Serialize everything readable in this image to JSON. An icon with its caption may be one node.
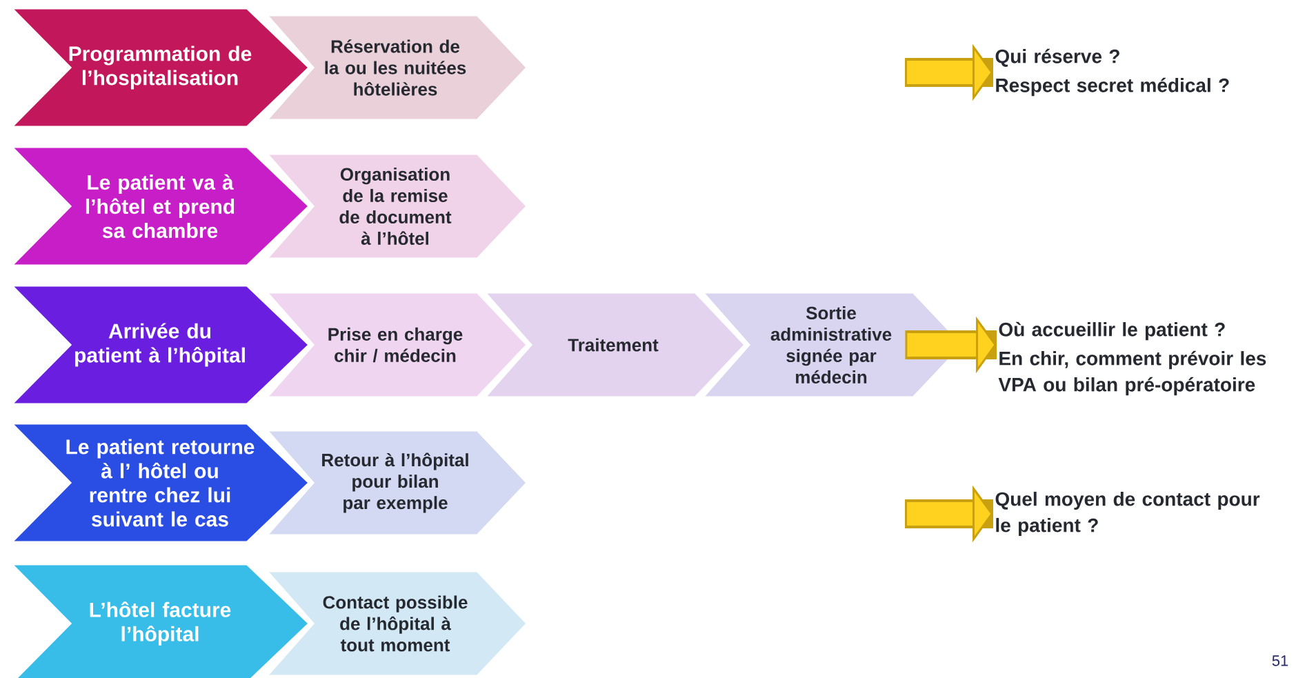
{
  "diagram": {
    "nodes": [
      {
        "text": [
          "Programmation de l’hospitalisation"
        ]
      },
      {
        "text": [
          "Réservation de la ou les nuitées hôtelières"
        ]
      },
      {
        "text": [
          "Qui réserve ?",
          "Respect secret médical ?"
        ]
      },
      {
        "text": [
          "Le patient va à l’hôtel et prend sa chambre"
        ]
      },
      {
        "text": [
          "Organisation de la remise de document à l’hôtel"
        ]
      },
      {
        "text": [
          "Arrivée du patient à l’hôpital"
        ]
      },
      {
        "text": [
          "Prise en charge chir / médecin"
        ]
      },
      {
        "text": [
          "Traitement"
        ]
      },
      {
        "text": [
          "Sortie administrative signée par médecin"
        ]
      },
      {
        "text": [
          "Où accueillir le patient ?",
          "En chir, comment prévoir les VPA ou bilan pré-opératoire"
        ]
      },
      {
        "text": [
          "Le patient retourne à l’ hôtel ou rentre chez lui suivant le cas"
        ]
      },
      {
        "text": [
          "Retour à l’hôpital pour bilan par exemple"
        ]
      },
      {
        "text": [
          "Quel moyen de contact pour le patient ?"
        ]
      },
      {
        "text": [
          "L’hôtel facture l’hôpital"
        ]
      },
      {
        "text": [
          "Contact possible de l’hôpital à tout moment"
        ]
      }
    ],
    "edges": [
      {
        "from": null,
        "to": 2,
        "arrow": "to"
      },
      {
        "from": 8,
        "to": 9,
        "arrow": "to"
      },
      {
        "from": null,
        "to": 12,
        "arrow": "to"
      }
    ],
    "labels": [
      "51"
    ]
  }
}
